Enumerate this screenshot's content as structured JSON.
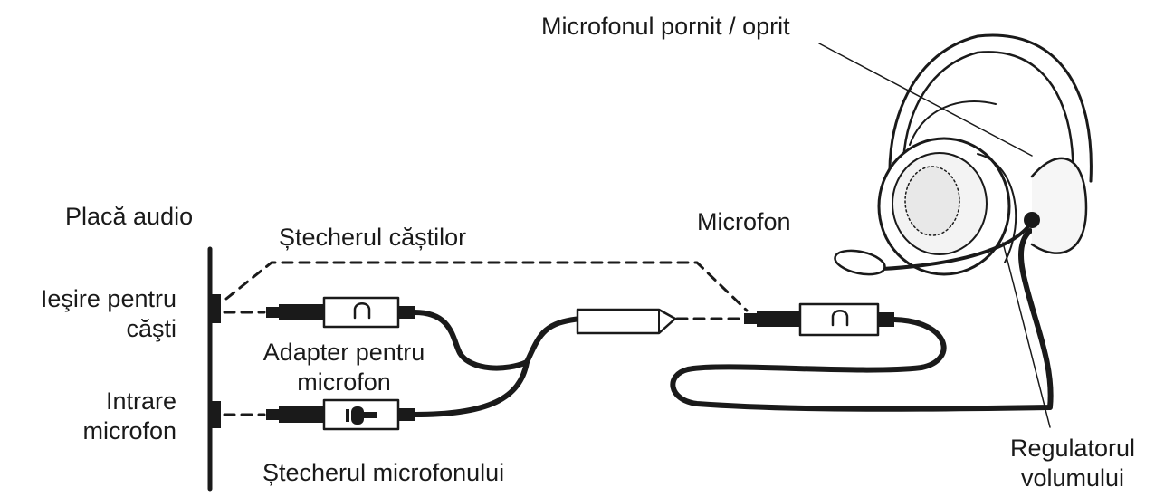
{
  "labels": {
    "mic_switch": "Microfonul pornit / oprit",
    "sound_card": "Placă audio",
    "headphone_plug": "Ștecherul căștilor",
    "microphone": "Microfon",
    "headphone_out_1": "Ieşire pentru",
    "headphone_out_2": "căşti",
    "adapter_1": "Adapter pentru",
    "adapter_2": "microfon",
    "mic_in_1": "Intrare",
    "mic_in_2": "microfon",
    "mic_plug": "Ștecherul microfonului",
    "volume_1": "Regulatorul",
    "volume_2": "volumului"
  },
  "colors": {
    "line": "#1a1a1a",
    "text": "#1a1a1a",
    "background": "#ffffff"
  },
  "icons": [
    "headphone-icon",
    "microphone-icon"
  ]
}
